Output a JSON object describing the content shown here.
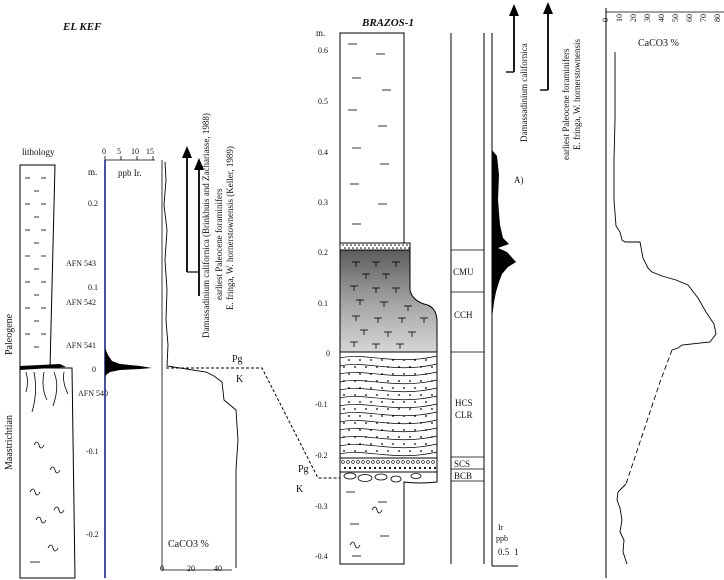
{
  "el_kef": {
    "title": "EL KEF",
    "lithology_label": "lithology",
    "depth_unit": "m.",
    "depth_ticks": [
      "0.2",
      "0.1",
      "0",
      "-0.1",
      "-0.2"
    ],
    "ir_axis_label": "ppb Ir.",
    "ir_ticks": [
      "0",
      "5",
      "10",
      "15"
    ],
    "samples": [
      "AFN 543",
      "AFN 542",
      "AFN 541",
      "AFN 540"
    ],
    "era_upper": "Paleogene",
    "era_lower": "Maastrichtian",
    "caco3_label": "CaCO3 %",
    "caco3_ticks": [
      "0",
      "20",
      "40"
    ],
    "event_1": "Damassadinium californica (Brinkhuis and Zachariasse, 1988)",
    "event_2": "earliest Paleocene foraminifers",
    "event_3": "E. fringa, W. hornerstownensis (Keller, 1989)",
    "boundary_pg": "Pg",
    "boundary_k": "K"
  },
  "brazos": {
    "title": "BRAZOS-1",
    "depth_unit": "m.",
    "depth_ticks": [
      "0.6",
      "0.5",
      "0.4",
      "0.3",
      "0.2",
      "0.1",
      "0",
      "-0.1",
      "-0.2",
      "-0.3",
      "-0.4"
    ],
    "units": [
      "CMU",
      "CCH",
      "HCS",
      "CLR",
      "SCS",
      "BCB"
    ],
    "boundary_pg": "Pg",
    "boundary_k": "K",
    "event_1": "Damassadinium californica",
    "event_2": "earliest Paleocene foraminifers",
    "event_3": "E. fringa, W. hornerstownensis",
    "panel_label": "A)",
    "ir_label_1": "Ir",
    "ir_label_2": "ppb",
    "ir_ticks": [
      "0.5",
      "1"
    ],
    "caco3_label": "CaCO3 %",
    "caco3_ticks": [
      "0",
      "10",
      "20",
      "30",
      "40",
      "50",
      "60",
      "70",
      "80"
    ]
  }
}
